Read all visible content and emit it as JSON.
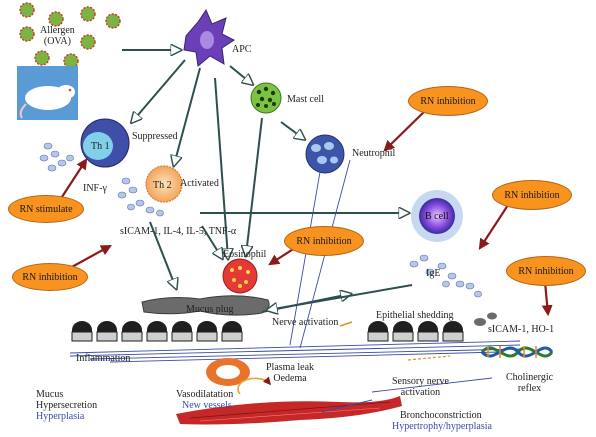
{
  "labels": {
    "allergen": "Allergen\n(OVA)",
    "apc": "APC",
    "mast_cell": "Mast cell",
    "neutrophil": "Neutrophil",
    "suppressed": "Suppressed",
    "th1": "Th 1",
    "inf_gamma": "INF-γ",
    "th2": "Th 2",
    "activated": "Activated",
    "cytokines": "sICAM-1, IL-4, IL-5, TNF-α",
    "eosinophil": "Eosinophil",
    "b_cell": "B cell",
    "ige": "IgE",
    "mucus_plug": "Mucus plug",
    "nerve_activation": "Nerve activation",
    "epithelial_shedding": "Epithelial shedding",
    "sicam_ho1": "sICAM-1, HO-1",
    "inflammation": "Inflammation",
    "plasma_leak": "Plasma leak\nOedema",
    "mucus_hypersecretion": "Mucus\nHypersecretion",
    "hyperplasia": "Hyperplasia",
    "vasodilatation": "Vasodilatation",
    "new_vessels": "New vessels",
    "sensory_nerve": "Sensory nerve\nactivation",
    "cholinergic_reflex": "Cholinergic\nreflex",
    "bronchoconstriction": "Bronchoconstriction",
    "hypertrophy": "Hypertrophy/hyperplasia"
  },
  "badges": {
    "rn_stimulate": "RN stimulate",
    "rn_inhibition_th2": "RN inhibition",
    "rn_inhibition_neutrophil": "RN inhibition",
    "rn_inhibition_eosinophil": "RN inhibition",
    "rn_inhibition_bcell": "RN inhibition",
    "rn_inhibition_ho1": "RN inhibition"
  },
  "colors": {
    "badge_fill": "#f7931e",
    "badge_text": "#1a1a1a",
    "arrow_red": "#8b1a1a",
    "arrow_gray": "#2f4f4f",
    "blue_text": "#3a4aa8"
  }
}
